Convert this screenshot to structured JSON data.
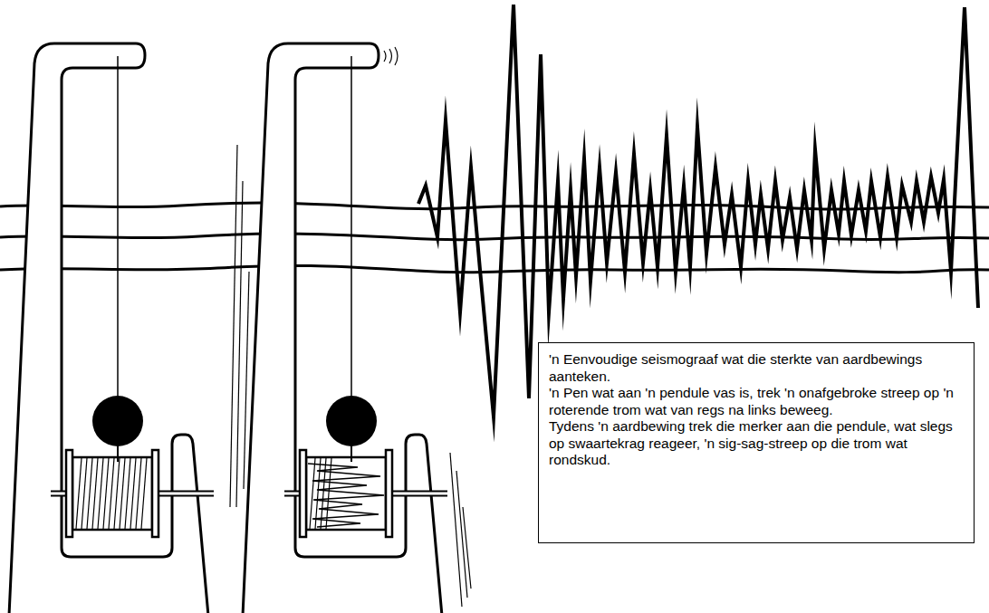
{
  "diagram": {
    "nodes": [
      {
        "text": [
          "'n Eenvoudige seismograaf wat die sterkte van aardbewings aanteken.",
          "'n Pen wat aan 'n pendule vas is, trek 'n onafgebroke streep op 'n roterende trom wat van regs na links beweeg.",
          "Tydens 'n aardbewing trek die merker aan die pendule, wat slegs op swaartekrag reageer, 'n sig-sag-streep op die trom wat rondskud."
        ]
      }
    ]
  }
}
